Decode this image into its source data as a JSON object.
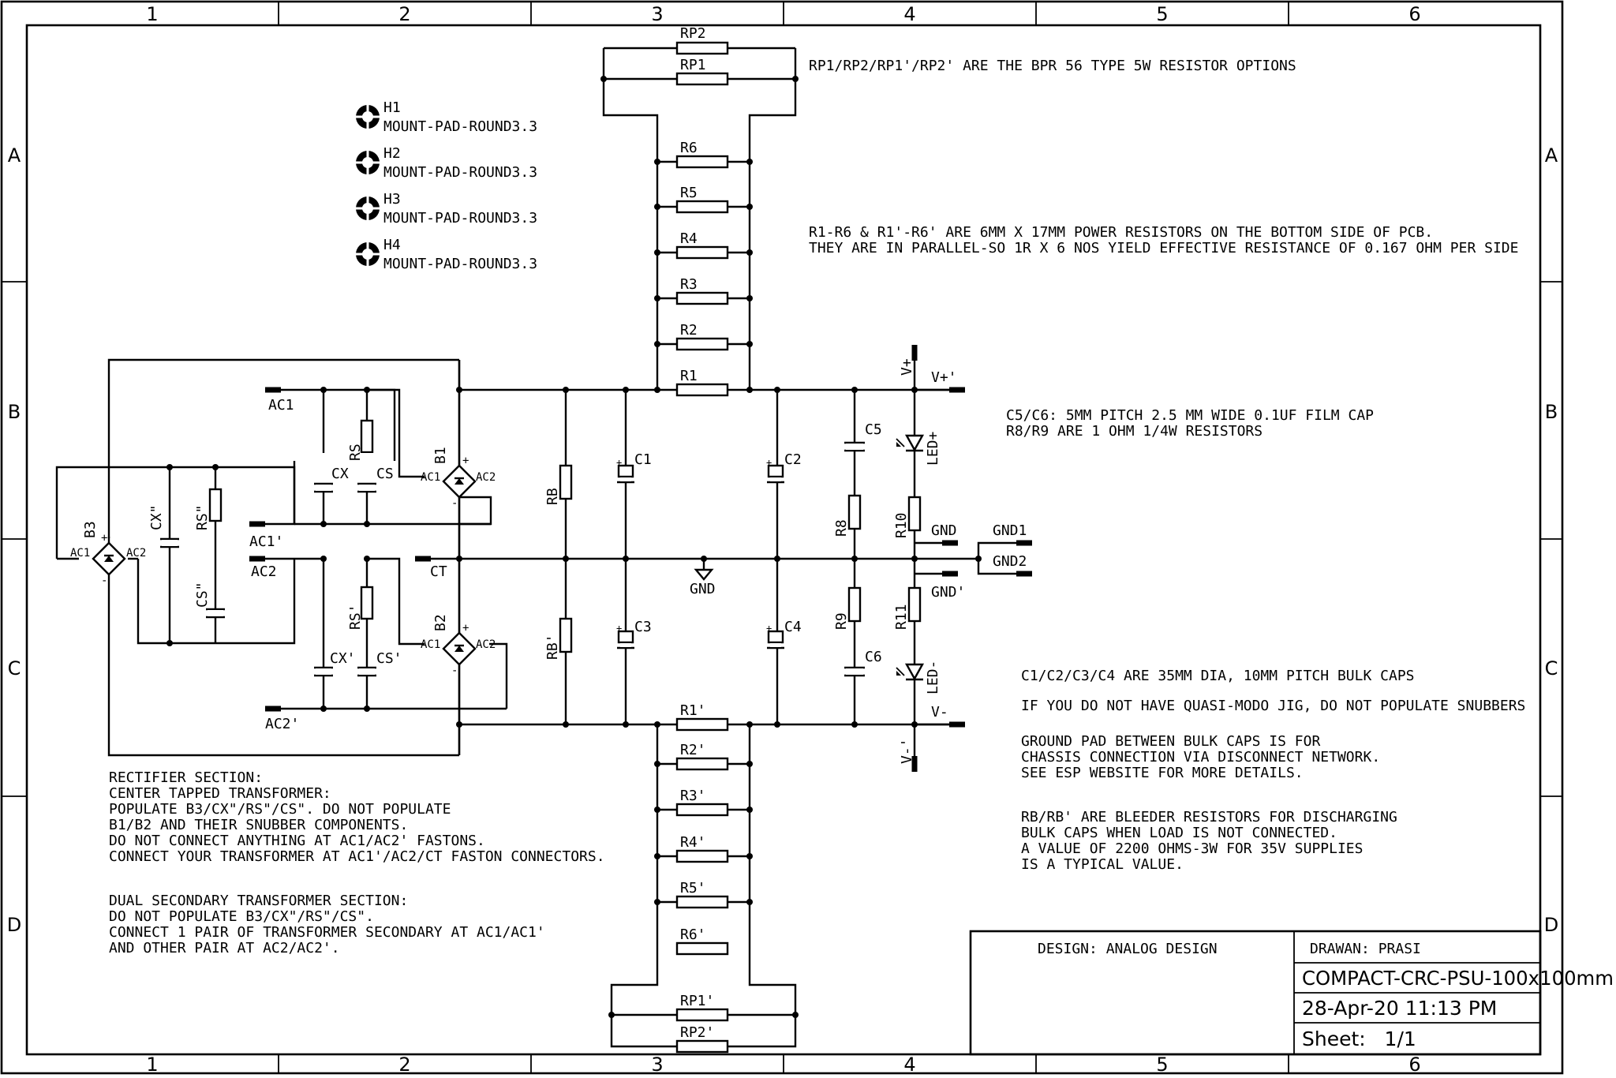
{
  "border": {
    "columns": [
      "1",
      "2",
      "3",
      "4",
      "5",
      "6"
    ],
    "rows": [
      "A",
      "B",
      "C",
      "D"
    ]
  },
  "title_block": {
    "design": "DESIGN: ANALOG DESIGN",
    "drawn": "DRAWAN: PRASI",
    "title": "COMPACT-CRC-PSU-100x100mm",
    "date": "28-Apr-20 11:13 PM",
    "sheet": "Sheet:   1/1"
  },
  "mount_pads": [
    {
      "ref": "H1",
      "value": "MOUNT-PAD-ROUND3.3"
    },
    {
      "ref": "H2",
      "value": "MOUNT-PAD-ROUND3.3"
    },
    {
      "ref": "H3",
      "value": "MOUNT-PAD-ROUND3.3"
    },
    {
      "ref": "H4",
      "value": "MOUNT-PAD-ROUND3.3"
    }
  ],
  "notes": {
    "rp": "RP1/RP2/RP1'/RP2' ARE THE BPR 56 TYPE 5W RESISTOR OPTIONS",
    "r_line1": "R1-R6 & R1'-R6' ARE 6MM X 17MM POWER RESISTORS ON THE BOTTOM SIDE OF PCB.",
    "r_line2": "THEY ARE IN PARALLEL-SO 1R X 6 NOS YIELD EFFECTIVE RESISTANCE OF 0.167 OHM PER SIDE",
    "c_line1": "C5/C6: 5MM PITCH 2.5 MM WIDE 0.1UF FILM CAP",
    "c_line2": "R8/R9 ARE 1 OHM 1/4W RESISTORS",
    "bulk": "C1/C2/C3/C4 ARE 35MM DIA, 10MM PITCH BULK CAPS",
    "quasi": "IF YOU DO NOT HAVE QUASI-MODO JIG, DO NOT POPULATE SNUBBERS",
    "gnd1": "GROUND PAD BETWEEN BULK CAPS IS FOR",
    "gnd2": "CHASSIS CONNECTION VIA DISCONNECT NETWORK.",
    "gnd3": "SEE ESP WEBSITE FOR MORE DETAILS.",
    "rb1": "RB/RB' ARE BLEEDER RESISTORS FOR DISCHARGING",
    "rb2": "BULK CAPS WHEN LOAD IS NOT CONNECTED.",
    "rb3": "A VALUE OF 2200 OHMS-3W FOR 35V SUPPLIES",
    "rb4": "IS A TYPICAL VALUE.",
    "rect1": "RECTIFIER SECTION:",
    "rect2": "CENTER TAPPED TRANSFORMER:",
    "rect3": "POPULATE B3/CX\"/RS\"/CS\". DO NOT POPULATE",
    "rect4": "B1/B2 AND THEIR SNUBBER COMPONENTS.",
    "rect5": "DO NOT CONNECT ANYTHING AT AC1/AC2' FASTONS.",
    "rect6": "CONNECT YOUR TRANSFORMER AT AC1'/AC2/CT FASTON CONNECTORS.",
    "dual1": "DUAL SECONDARY TRANSFORMER SECTION:",
    "dual2": "DO NOT POPULATE B3/CX\"/RS\"/CS\".",
    "dual3": "CONNECT 1 PAIR OF TRANSFORMER SECONDARY AT AC1/AC1'",
    "dual4": "AND OTHER PAIR AT AC2/AC2'."
  },
  "labels": {
    "RP2": "RP2",
    "RP1": "RP1",
    "R6": "R6",
    "R5": "R5",
    "R4": "R4",
    "R3": "R3",
    "R2": "R2",
    "R1": "R1",
    "R1p": "R1'",
    "R2p": "R2'",
    "R3p": "R3'",
    "R4p": "R4'",
    "R5p": "R5'",
    "R6p": "R6'",
    "RP1p": "RP1'",
    "RP2p": "RP2'",
    "AC1": "AC1",
    "AC1p": "AC1'",
    "AC2": "AC2",
    "AC2p": "AC2'",
    "CT": "CT",
    "CX": "CX",
    "RS": "RS",
    "CS": "CS",
    "CXp": "CX'",
    "RSp": "RS'",
    "CSp": "CS'",
    "CXpp": "CX\"",
    "RSpp": "RS\"",
    "CSpp": "CS\"",
    "B1": "B1",
    "B2": "B2",
    "B3": "B3",
    "ac1": "AC1",
    "ac2": "AC2",
    "plus": "+",
    "minus": "-",
    "RB": "RB",
    "RBp": "RB'",
    "C1": "C1",
    "C2": "C2",
    "C3": "C3",
    "C4": "C4",
    "C5": "C5",
    "C6": "C6",
    "R8": "R8",
    "R9": "R9",
    "R10": "R10",
    "R11": "R11",
    "LEDp": "LED+",
    "LEDm": "LED-",
    "GND": "GND",
    "GNDp": "GND'",
    "GND1": "GND1",
    "GND2": "GND2",
    "Vp": "V+",
    "Vpp": "V+'",
    "Vm": "V-",
    "Vmp": "V-'"
  }
}
